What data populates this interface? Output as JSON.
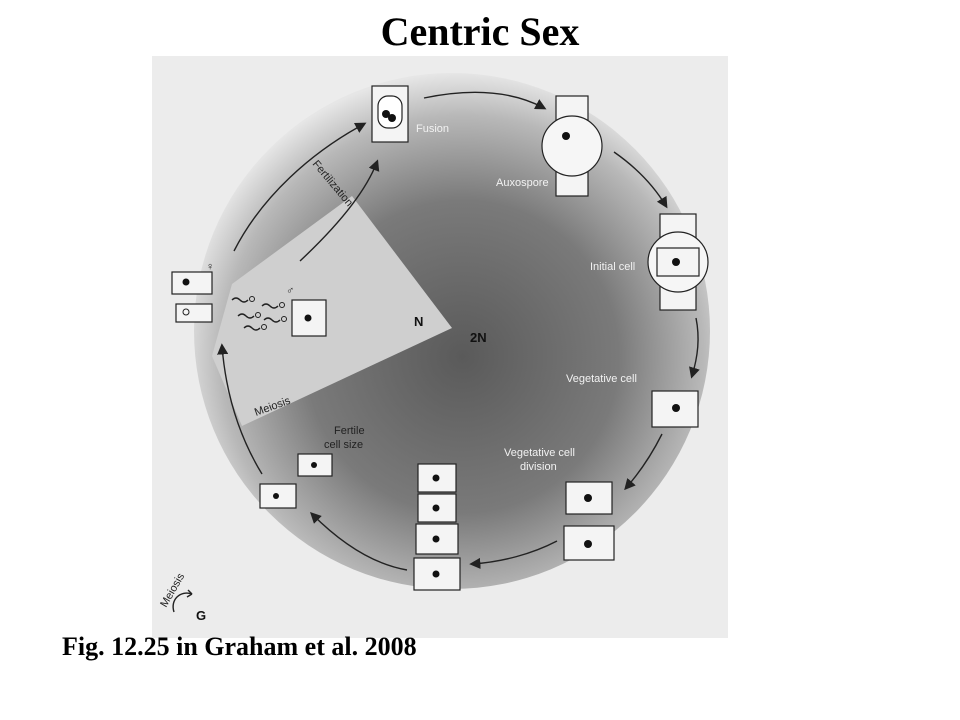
{
  "slide": {
    "title": "Centric Sex",
    "caption": "Fig. 12.25 in Graham et al. 2008"
  },
  "diagram": {
    "stage_labels": {
      "fusion": "Fusion",
      "auxospore": "Auxospore",
      "initial_cell": "Initial cell",
      "vegetative_cell": "Vegetative cell",
      "vegetative_division_line1": "Vegetative cell",
      "vegetative_division_line2": "division",
      "fertile_line1": "Fertile",
      "fertile_line2": "cell size",
      "fertilization": "Fertilization",
      "meiosis": "Meiosis",
      "haploid": "N",
      "diploid": "2N",
      "female_symbol": "♀",
      "male_symbol": "♂",
      "legend_meiosis": "Meiosis",
      "legend_g": "G"
    },
    "colors": {
      "page_background": "#eeeeee",
      "diploid_disc": "#6a6a6a",
      "haploid_wedge": "#c8c8c8"
    }
  }
}
